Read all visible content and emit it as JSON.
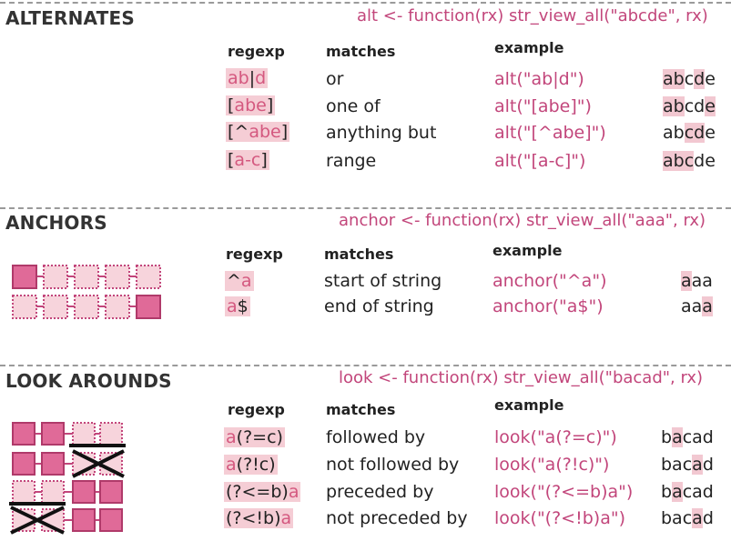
{
  "sections": [
    {
      "title": "ALTERNATES",
      "fdef": "alt <- function(rx) str_view_all(\"abcde\", rx)",
      "headers": {
        "regexp": "regexp",
        "matches": "matches",
        "example": "example"
      },
      "rows": [
        {
          "regexp_pre": "",
          "regexp_mid": "ab",
          "regexp_sep": "|",
          "regexp_post": "d",
          "desc": "or",
          "call": "alt(\"ab|d\")",
          "result": "abcde"
        },
        {
          "regexp_pre": "[",
          "regexp_mid": "abe",
          "regexp_sep": "",
          "regexp_post": "]",
          "desc": "one of",
          "call": "alt(\"[abe]\")",
          "result": "abcde"
        },
        {
          "regexp_pre": "[^",
          "regexp_mid": "abe",
          "regexp_sep": "",
          "regexp_post": "]",
          "desc": "anything but",
          "call": "alt(\"[^abe]\")",
          "result": "abcde"
        },
        {
          "regexp_pre": "[",
          "regexp_mid": "a-c",
          "regexp_sep": "",
          "regexp_post": "]",
          "desc": "range",
          "call": "alt(\"[a-c]\")",
          "result": "abcde"
        }
      ]
    },
    {
      "title": "ANCHORS",
      "fdef": "anchor <- function(rx) str_view_all(\"aaa\", rx)",
      "headers": {
        "regexp": "regexp",
        "matches": "matches",
        "example": "example"
      },
      "rows": [
        {
          "regexp_pre": "^",
          "regexp_mid": "a",
          "regexp_post": "",
          "desc": "start of string",
          "call": "anchor(\"^a\")",
          "result": "aaa"
        },
        {
          "regexp_pre": "",
          "regexp_mid": "a",
          "regexp_post": "$",
          "desc": "end of string",
          "call": "anchor(\"a$\")",
          "result": "aaa"
        }
      ]
    },
    {
      "title": "LOOK AROUNDS",
      "fdef": "look <- function(rx) str_view_all(\"bacad\", rx)",
      "headers": {
        "regexp": "regexp",
        "matches": "matches",
        "example": "example"
      },
      "rows": [
        {
          "regexp_pre": "",
          "regexp_mid": "a",
          "regexp_post": "(?=c)",
          "desc": "followed by",
          "call": "look(\"a(?=c)\")",
          "result": "bacad"
        },
        {
          "regexp_pre": "",
          "regexp_mid": "a",
          "regexp_post": "(?!c)",
          "desc": "not followed by",
          "call": "look(\"a(?!c)\")",
          "result": "bacad"
        },
        {
          "regexp_pre": "(?<=b)",
          "regexp_mid": "a",
          "regexp_post": "",
          "desc": "preceded by",
          "call": "look(\"(?<=b)a\")",
          "result": "bacad"
        },
        {
          "regexp_pre": "(?<!b)",
          "regexp_mid": "a",
          "regexp_post": "",
          "desc": "not preceded by",
          "call": "look(\"(?<!b)a\")",
          "result": "bacad"
        }
      ]
    }
  ],
  "colors": {
    "accent": "#c2467b",
    "highlight": "#f5cdd5",
    "box": "#e06a98",
    "box_light": "#f7d4dc"
  }
}
